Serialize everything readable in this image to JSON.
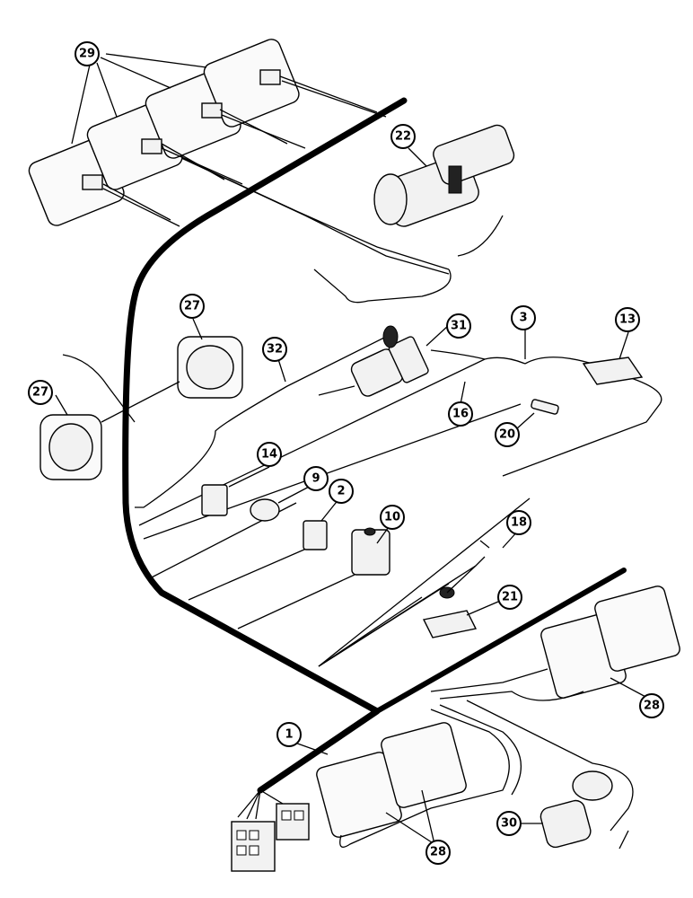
{
  "figure": {
    "callouts": [
      {
        "id": "c29",
        "label": "29"
      },
      {
        "id": "c22",
        "label": "22"
      },
      {
        "id": "c27a",
        "label": "27"
      },
      {
        "id": "c27b",
        "label": "27"
      },
      {
        "id": "c31",
        "label": "31"
      },
      {
        "id": "c32",
        "label": "32"
      },
      {
        "id": "c3",
        "label": "3"
      },
      {
        "id": "c13",
        "label": "13"
      },
      {
        "id": "c16",
        "label": "16"
      },
      {
        "id": "c20",
        "label": "20"
      },
      {
        "id": "c14",
        "label": "14"
      },
      {
        "id": "c9",
        "label": "9"
      },
      {
        "id": "c2",
        "label": "2"
      },
      {
        "id": "c10",
        "label": "10"
      },
      {
        "id": "c18",
        "label": "18"
      },
      {
        "id": "c21",
        "label": "21"
      },
      {
        "id": "c28a",
        "label": "28"
      },
      {
        "id": "c1",
        "label": "1"
      },
      {
        "id": "c28b",
        "label": "28"
      },
      {
        "id": "c30",
        "label": "30"
      }
    ]
  }
}
